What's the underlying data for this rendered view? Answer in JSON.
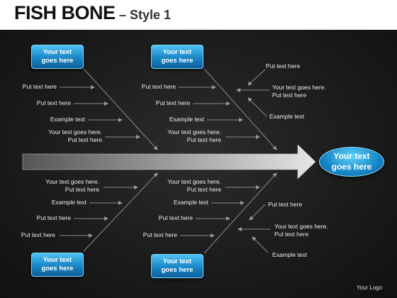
{
  "title": {
    "main": "FISH BONE",
    "sub": "– Style 1"
  },
  "head": {
    "line1": "Your text",
    "line2": "goes here"
  },
  "boxes": {
    "top_left": {
      "line1": "Your text",
      "line2": "goes here"
    },
    "top_mid": {
      "line1": "Your text",
      "line2": "goes here"
    },
    "bottom_left": {
      "line1": "Your text",
      "line2": "goes here"
    },
    "bottom_mid": {
      "line1": "Your text",
      "line2": "goes here"
    }
  },
  "labels": {
    "tl1": "Put text here",
    "tl2": "Put text here",
    "tl3": "Example text",
    "tl4a": "Your text goes here.",
    "tl4b": "Put text here",
    "tm1": "Put text here",
    "tm2": "Put text here",
    "tm3": "Example text",
    "tm4a": "Your text goes here.",
    "tm4b": "Put text here",
    "tr1": "Put text here",
    "tr2a": "Your text goes here.",
    "tr2b": "Put text here",
    "tr3": "Example text",
    "bl1a": "Your text goes here.",
    "bl1b": "Put text here",
    "bl2": "Example text",
    "bl3": "Put text here",
    "bl4": "Put text here",
    "bm1a": "Your text goes here.",
    "bm1b": "Put text here",
    "bm2": "Example text",
    "bm3": "Put text here",
    "bm4": "Put text here",
    "br1": "Put text here",
    "br2a": "Your text goes here.",
    "br2b": "Put text here",
    "br3": "Example text"
  },
  "logo": "Your Logo",
  "colors": {
    "background": "#1c1c1c",
    "box_blue": "#1a86c6",
    "arrow": "#bbbbbb",
    "line": "#8a8a8a"
  }
}
